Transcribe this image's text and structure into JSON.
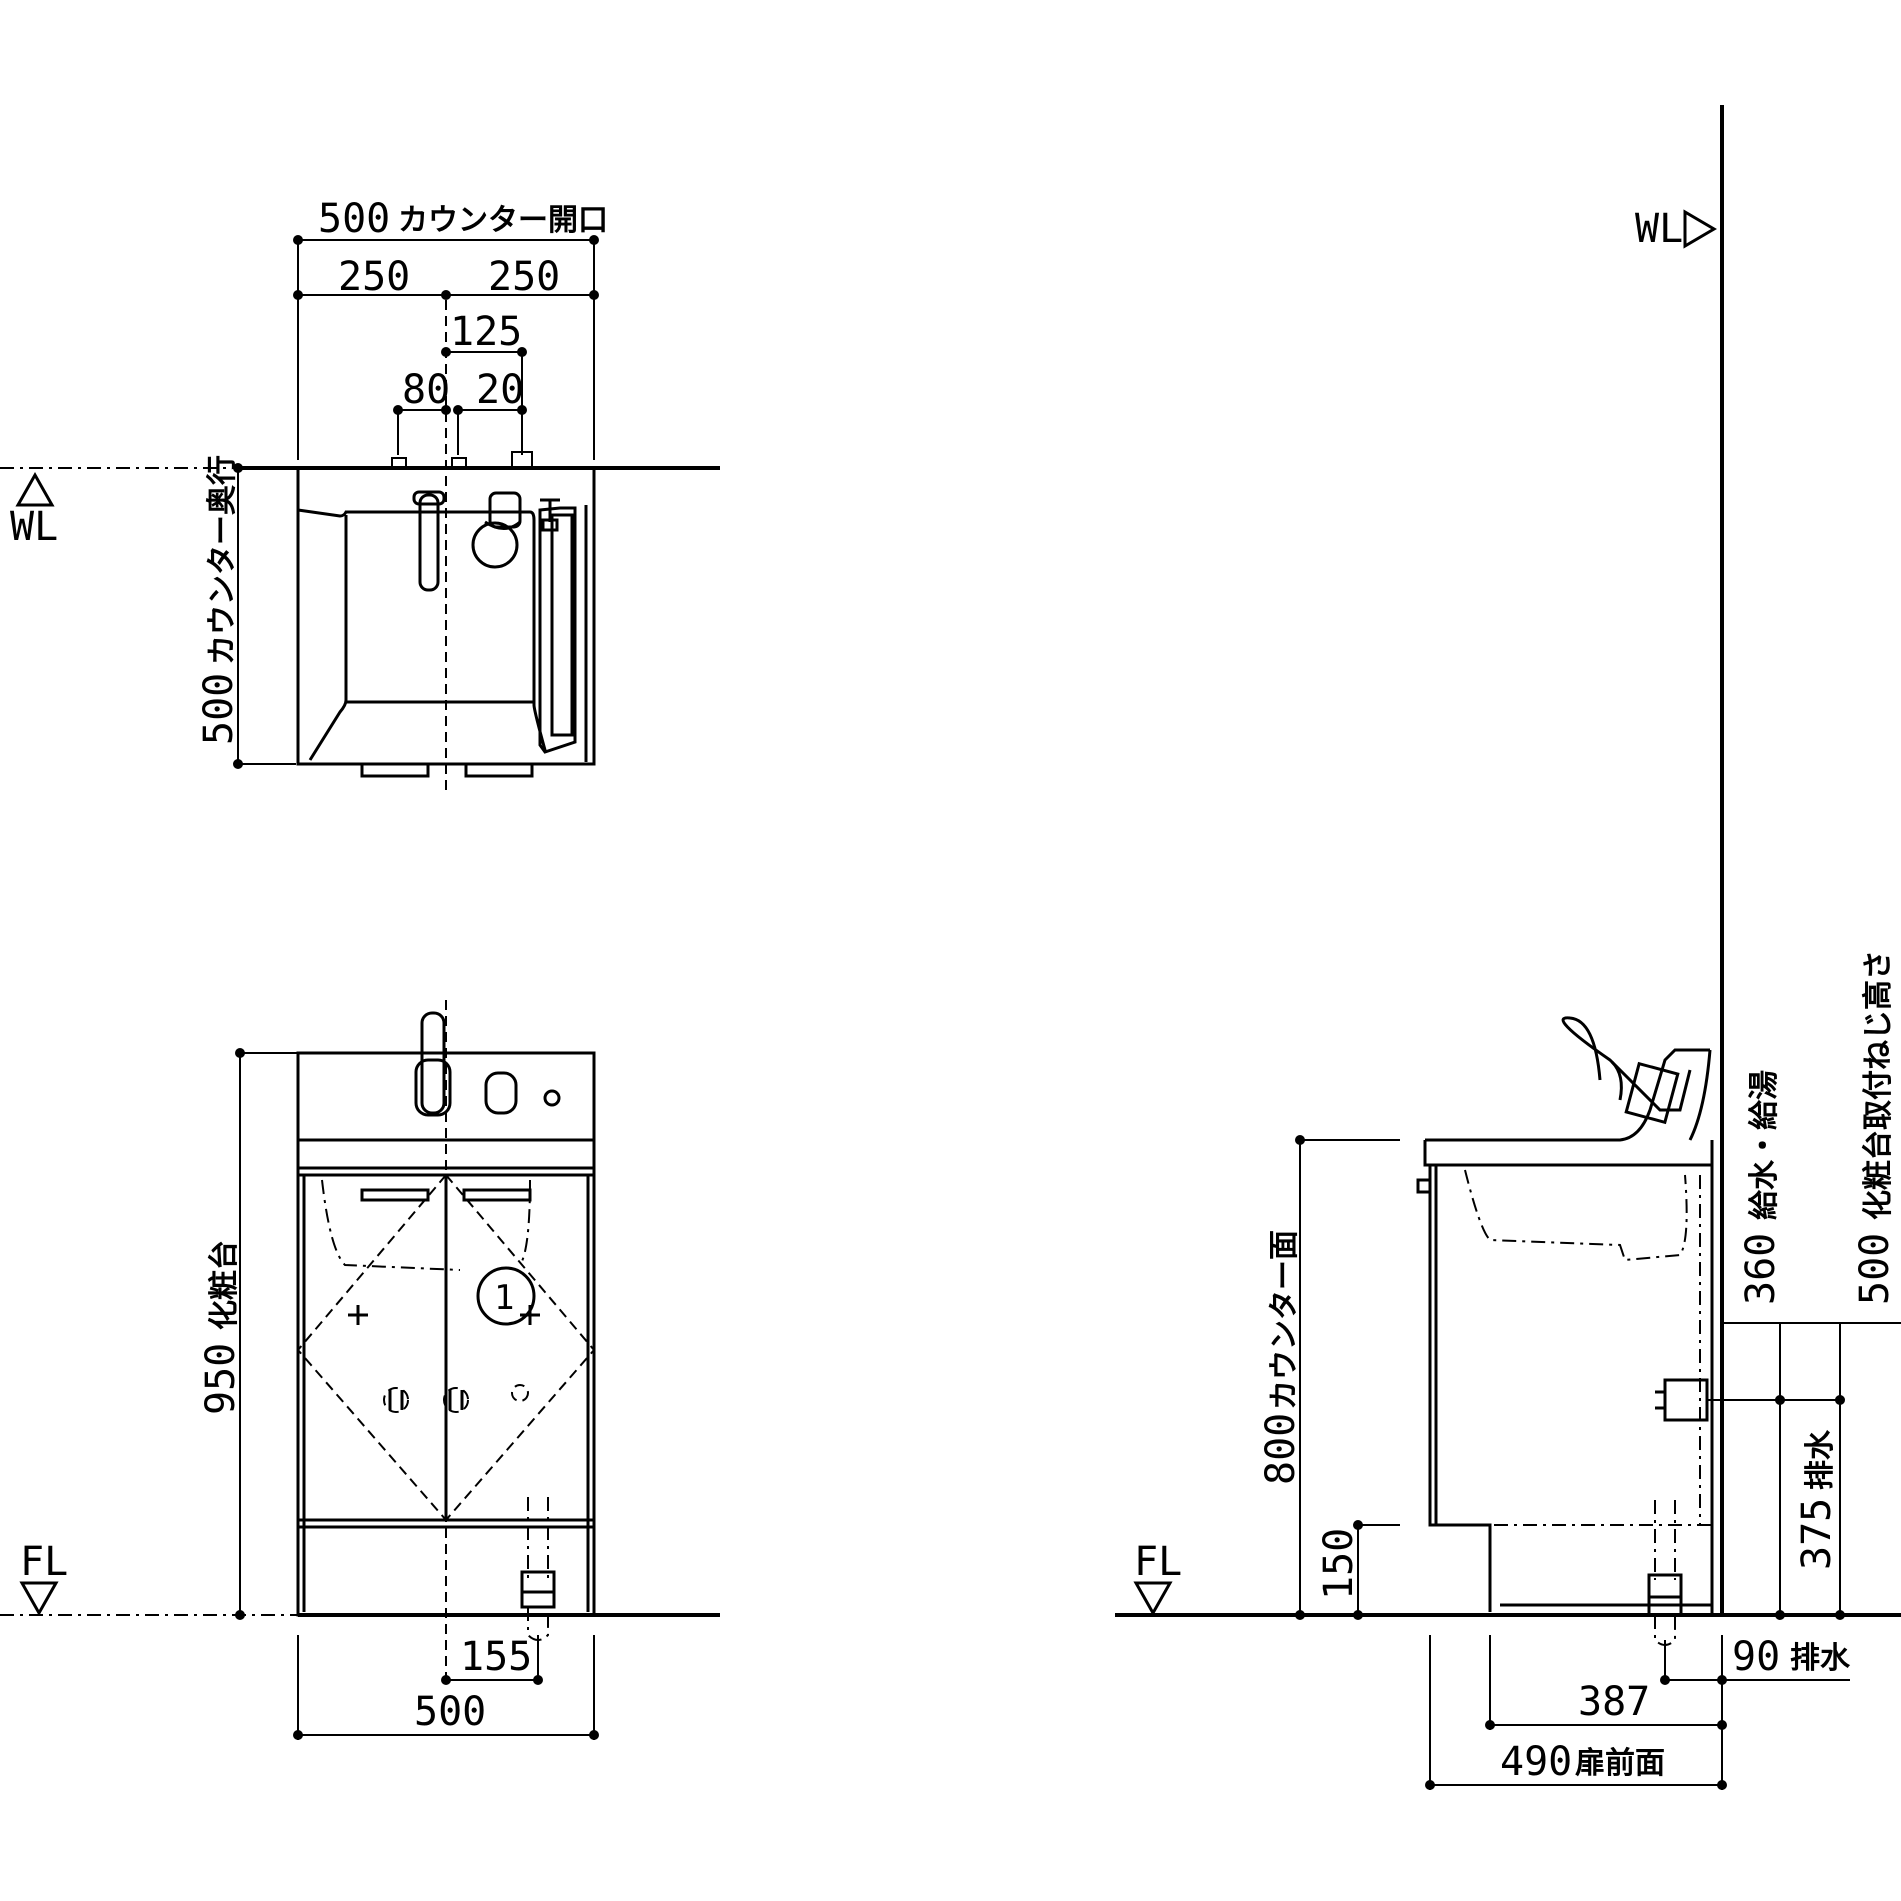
{
  "plan": {
    "width_dim": "500",
    "width_label": "カウンター開口",
    "half_left": "250",
    "half_right": "250",
    "faucet_offset": "125",
    "left_offset": "80",
    "right_offset": "20",
    "depth_dim": "500",
    "depth_label": "カウンター奥行",
    "wl": "WL"
  },
  "front": {
    "height_dim": "950",
    "height_label": "化粧台",
    "drain_offset": "155",
    "width_dim": "500",
    "callout": "1",
    "fl": "FL"
  },
  "side": {
    "wl": "WL",
    "fl": "FL",
    "counter_height": "800",
    "counter_label": "カウンター面",
    "plinth": "150",
    "supply_height": "360",
    "supply_label": "給水・給湯",
    "mount_height": "500",
    "mount_label": "化粧台取付ねじ高さ",
    "drain_height": "375",
    "drain_label": "排水",
    "drain_wall": "90",
    "drain_wall_label": "排水",
    "depth_387": "387",
    "depth_490": "490",
    "door_label": "扉前面"
  }
}
